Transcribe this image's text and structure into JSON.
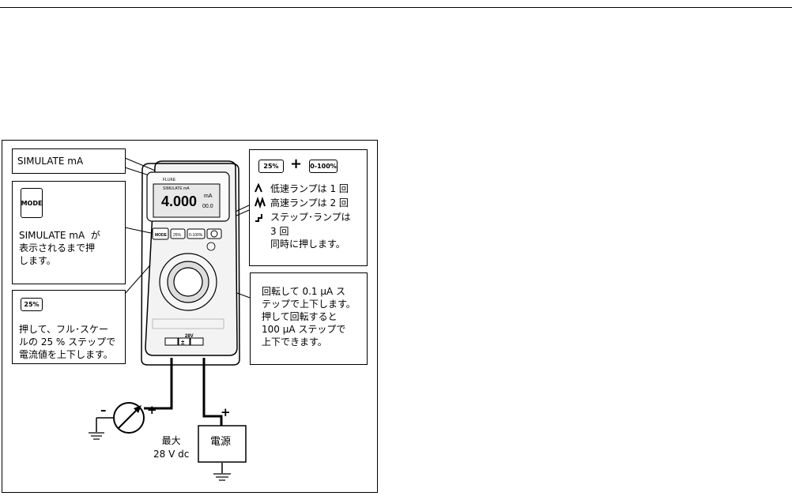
{
  "boxes": {
    "simulate": {
      "title": "SIMULATE mA"
    },
    "mode": {
      "key": "MODE",
      "text": "SIMULATE mA  が\n表示されるまで押\nします。"
    },
    "pct25": {
      "key": "25%",
      "text": "押して、フル･スケー\nルの 25 % ステップで\n電流値を上下します。"
    },
    "ramp": {
      "key_a": "25%",
      "plus": "+",
      "key_b": "0-100%",
      "lines": [
        "低速ランプは 1 回",
        "高速ランプは 2 回",
        "ステップ･ランプは",
        "3 回",
        "同時に押します。"
      ]
    },
    "knob": {
      "text": "回転して 0.1 μA ス\nテップで上下します。\n押して回転すると\n100 μA ステップで\n上下できます。"
    }
  },
  "meter": {
    "brand": "FLUKE",
    "mode_label": "SIMULATE mA",
    "reading": "4.000",
    "unit": "mA",
    "sub_reading": "00.0",
    "mode_btn": "MODE",
    "btn_25": "25%",
    "btn_0100": "0-100%",
    "label_28v": "28V"
  },
  "wiring": {
    "neg": "–",
    "pos_meter": "+",
    "pos_supply": "+",
    "max_label": "最大\n28 V dc",
    "supply": "電源"
  }
}
